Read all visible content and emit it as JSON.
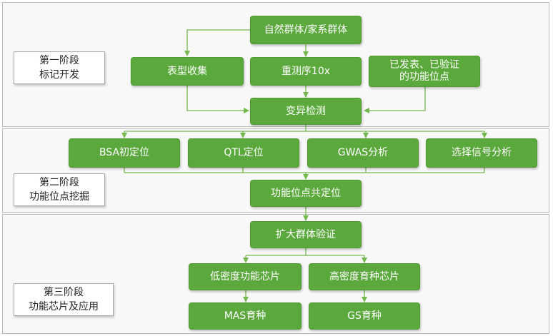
{
  "stages": [
    {
      "line1": "第一阶段",
      "line2": "标记开发"
    },
    {
      "line1": "第二阶段",
      "line2": "功能位点挖掘"
    },
    {
      "line1": "第三阶段",
      "line2": "功能芯片及应用"
    }
  ],
  "nodes": {
    "population": "自然群体/家系群体",
    "phenotype": "表型收集",
    "resequencing": "重测序10x",
    "published_sites": "已发表、已验证\n的功能位点",
    "variant_detection": "变异检测",
    "bsa": "BSA初定位",
    "qtl": "QTL定位",
    "gwas": "GWAS分析",
    "selection": "选择信号分析",
    "colocalization": "功能位点共定位",
    "expand_validate": "扩大群体验证",
    "low_density": "低密度功能芯片",
    "high_density": "高密度育种芯片",
    "mas": "MAS育种",
    "gs": "GS育种"
  },
  "colors": {
    "box_fill": "#5ba93c",
    "connector": "#74b84e",
    "band_border": "#bdbdbd"
  }
}
